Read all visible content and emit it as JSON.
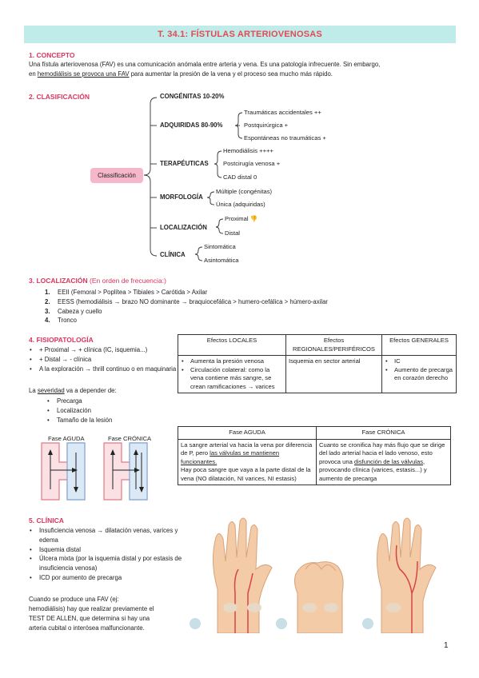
{
  "title": "T. 34.1: FÍSTULAS ARTERIOVENOSAS",
  "concepto": {
    "heading": "1. CONCEPTO",
    "line1": "Una fístula arteriovenosa (FAV) es una comunicación anómala entre arteria y vena. Es una patología infrecuente. Sin embargo,",
    "line2_prefix": "en ",
    "line2_underlined": "hemodiálisis se provoca una FAV",
    "line2_suffix": " para aumentar la presión de la vena y el proceso sea mucho más rápido."
  },
  "clasificacion": {
    "heading": "2. CLASIFICACIÓN",
    "root": "Classificación",
    "branches": [
      {
        "label": "CONGÉNITAS 10-20%",
        "children": []
      },
      {
        "label": "ADQUIRIDAS 80-90%",
        "children": [
          "Traumáticas accidentales ++",
          "Postquirúrgica +",
          "Espontáneas no traumáticas +"
        ]
      },
      {
        "label": "TERAPÉUTICAS",
        "children": [
          "Hemodiálisis ++++",
          "Postcirugía venosa +",
          "CAD distal 0"
        ]
      },
      {
        "label": "MORFOLOGÍA",
        "children": [
          "Múltiple (congénitas)",
          "Única (adquiridas)"
        ]
      },
      {
        "label": "LOCALIZACIÓN",
        "children": [
          "Proximal 👎",
          "Distal"
        ]
      },
      {
        "label": "CLÍNICA",
        "children": [
          "Sintomática",
          "Asintomática"
        ]
      }
    ]
  },
  "localizacion": {
    "heading": "3. LOCALIZACIÓN",
    "heading_note": "(En orden de frecuencia:)",
    "items": [
      {
        "n": "1.",
        "text": "EEII (Femoral > Poplítea > Tibiales > Carótida > Axilar"
      },
      {
        "n": "2.",
        "text": "EESS (hemodiálisis → brazo NO dominante → braquiocefálica > humero-cefálica > húmero-axilar"
      },
      {
        "n": "3.",
        "text": "Cabeza y cuello"
      },
      {
        "n": "4.",
        "text": "Tronco"
      }
    ]
  },
  "fisiopatologia": {
    "heading": "4. FISIOPATOLOGÍA",
    "bullets": [
      "+ Proximal → + clínica (IC, isquemia...)",
      "+ Distal → - clínica",
      "A la exploración → thrill continuo o en maquinaria"
    ],
    "severidad_prefix": "La ",
    "severidad_word": "severidad",
    "severidad_suffix": " va a depender de:",
    "severidad_items": [
      "Precarga",
      "Localización",
      "Tamaño de la lesión"
    ],
    "diagram_labels": [
      "Fase AGUDA",
      "Fase CRÓNICA"
    ]
  },
  "efectos_table": {
    "headers": [
      "Efectos LOCALES",
      "Efectos REGIONALES/PERIFÉRICOS",
      "Efectos GENERALES"
    ],
    "locales": [
      "Aumenta la presión venosa",
      "Circulación colateral: como la vena contiene más sangre, se crean ramificaciones → varices"
    ],
    "regionales": "Isquemia en sector arterial",
    "generales": [
      "IC",
      "Aumento de precarga en corazón derecho"
    ]
  },
  "fases_table": {
    "headers": [
      "Fase AGUDA",
      "Fase CRÓNICA"
    ],
    "aguda_p1": "La sangre arterial va hacia la vena por diferencia de P, pero ",
    "aguda_p1_u": "las válvulas se mantienen funcionantes.",
    "aguda_p2": "Hay poca sangre que vaya a la parte distal de la vena (NO dilatación, NI varices, NI estasis)",
    "cronica_p1": "Cuanto se cronifica hay más flujo que se dirige del lado arterial hacia el lado venoso, esto provoca una ",
    "cronica_p1_u": "disfunción de las válvulas",
    "cronica_p2": ", provocando clínica (varices, estasis...) y aumento de precarga"
  },
  "clinica": {
    "heading": "5. CLÍNICA",
    "bullets": [
      "Insuficiencia venosa → dilatación venas, varices y edema",
      "Isquemia distal",
      "Úlcera mixta (por la isquemia distal y por estasis de insuficiencia venosa)",
      "ICD por aumento de precarga"
    ],
    "allen": "Cuando se produce una FAV (ej: hemodiálisis) hay que realizar previamente el TEST DE ALLEN, que determina si hay una arteria cubital o interósea malfuncionante."
  },
  "page_number": "1",
  "colors": {
    "accent": "#d9365d",
    "title_bg": "#bfece8",
    "pill": "#f6b7cb"
  }
}
